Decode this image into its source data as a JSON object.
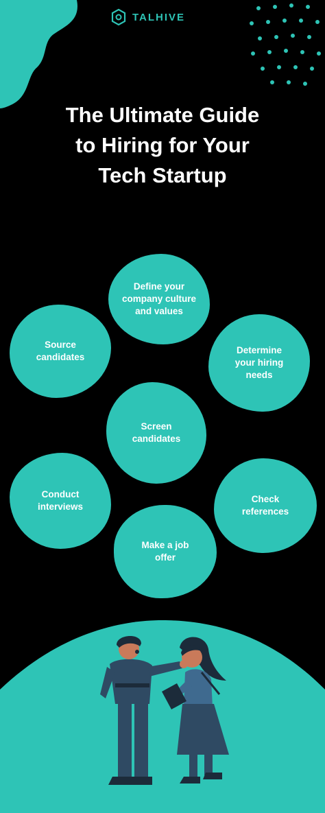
{
  "brand": {
    "name": "TALHIVE",
    "logo_icon": "hexagon-logo-icon"
  },
  "title": {
    "line1": "The Ultimate Guide",
    "line2": "to Hiring for Your",
    "line3": "Tech Startup"
  },
  "steps": [
    {
      "line1": "Define your",
      "line2": "company culture",
      "line3": "and values"
    },
    {
      "line1": "Source",
      "line2": "candidates"
    },
    {
      "line1": "Determine",
      "line2": "your hiring",
      "line3": "needs"
    },
    {
      "line1": "Screen",
      "line2": "candidates"
    },
    {
      "line1": "Conduct",
      "line2": "interviews"
    },
    {
      "line1": "Check",
      "line2": "references"
    },
    {
      "line1": "Make a job",
      "line2": "offer"
    }
  ],
  "colors": {
    "accent": "#2ec4b6",
    "background": "#000000",
    "text": "#ffffff",
    "figure": "#2f4a63"
  }
}
